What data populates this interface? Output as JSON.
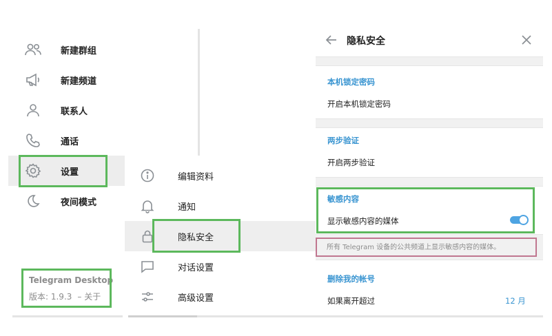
{
  "left_menu": {
    "items": [
      {
        "label": "新建群组",
        "icon": "group-icon"
      },
      {
        "label": "新建频道",
        "icon": "megaphone-icon"
      },
      {
        "label": "联系人",
        "icon": "contact-icon"
      },
      {
        "label": "通话",
        "icon": "phone-icon"
      },
      {
        "label": "设置",
        "icon": "gear-icon"
      },
      {
        "label": "夜间模式",
        "icon": "moon-icon"
      }
    ],
    "selected": "设置"
  },
  "app_info": {
    "name": "Telegram Desktop",
    "version": "版本: 1.9.3",
    "about": "– 关于"
  },
  "settings_menu": {
    "items": [
      {
        "label": "编辑资料",
        "icon": "info-icon"
      },
      {
        "label": "通知",
        "icon": "bell-icon"
      },
      {
        "label": "隐私安全",
        "icon": "lock-icon"
      },
      {
        "label": "对话设置",
        "icon": "chat-icon"
      },
      {
        "label": "高级设置",
        "icon": "sliders-icon"
      }
    ],
    "selected": "隐私安全"
  },
  "privacy_panel": {
    "title": "隐私安全",
    "passcode": {
      "section": "本机锁定密码",
      "action": "开启本机锁定密码"
    },
    "two_step": {
      "section": "两步验证",
      "action": "开启两步验证"
    },
    "sensitive": {
      "section": "敏感内容",
      "toggle_label": "显示敏感内容的媒体",
      "toggle_on": true,
      "note": "所有 Telegram 设备的公共频道上显示敏感内容的媒体。"
    },
    "delete_account": {
      "section": "删除我的帐号",
      "label": "如果离开超过",
      "value": "12 月"
    }
  },
  "colors": {
    "accent": "#3a95d1",
    "highlight_green": "#5cb85c",
    "highlight_pink": "#c0768f",
    "toggle": "#4ea4e2"
  }
}
